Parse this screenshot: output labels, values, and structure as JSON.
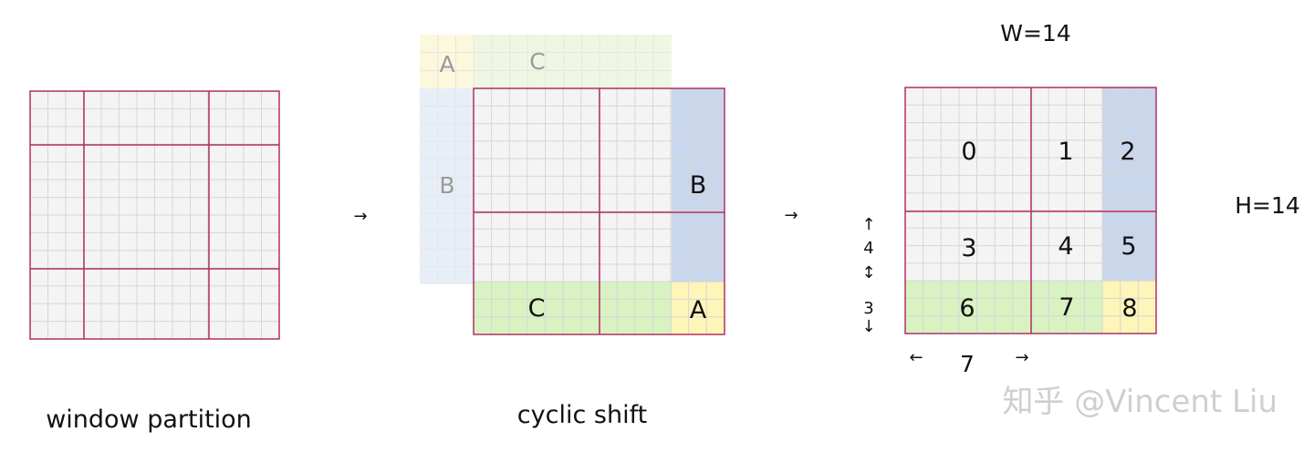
{
  "captions": {
    "window_partition": "window partition",
    "cyclic_shift": "cyclic shift"
  },
  "shift_labels": {
    "ghost_a": "A",
    "ghost_c": "C",
    "ghost_b": "B",
    "region_b": "B",
    "region_c": "C",
    "region_a": "A"
  },
  "window_ids": [
    "0",
    "1",
    "2",
    "3",
    "4",
    "5",
    "6",
    "7",
    "8"
  ],
  "dimensions": {
    "width": "W=14",
    "height": "H=14",
    "rows_upper": "4",
    "rows_lower": "3",
    "cols": "7"
  },
  "arrows": {
    "step": "→",
    "left": "←",
    "right": "→",
    "up": "↑",
    "down": "↓",
    "updown": "↕"
  },
  "watermark": "知乎 @Vincent Liu",
  "colors": {
    "grid_line": "#d6d6d6",
    "window_border": "#b03060",
    "cell_fill": "#f4f4f4",
    "blue": "#c9d7ec",
    "green": "#d9f2c2",
    "yellow": "#fdf6b8",
    "ghost_green": "#eef7e2",
    "ghost_yellow": "#fbf8dc",
    "ghost_blue": "#e8eef8"
  }
}
